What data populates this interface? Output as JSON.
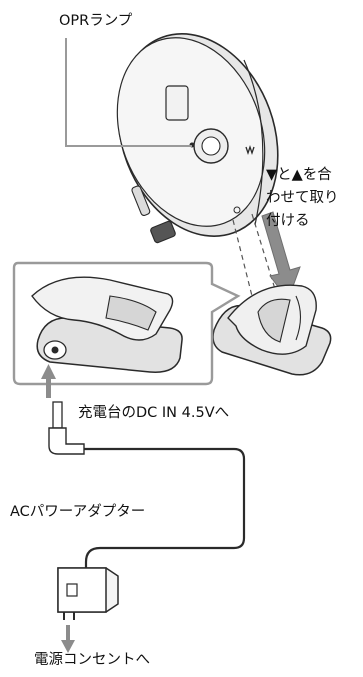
{
  "labels": {
    "opr_lamp": "OPRランプ",
    "align_line1": "▼と▲を合",
    "align_line2": "わせて取り",
    "align_line3": "付ける",
    "dc_in": "充電台のDC IN 4.5Vへ",
    "ac_adapter": "ACパワーアダプター",
    "outlet": "電源コンセントへ"
  },
  "colors": {
    "line": "#2a2a2a",
    "arrow": "#8c8c8c",
    "shade": "#c9c9c9",
    "zoom_frame": "#9a9a9a"
  }
}
